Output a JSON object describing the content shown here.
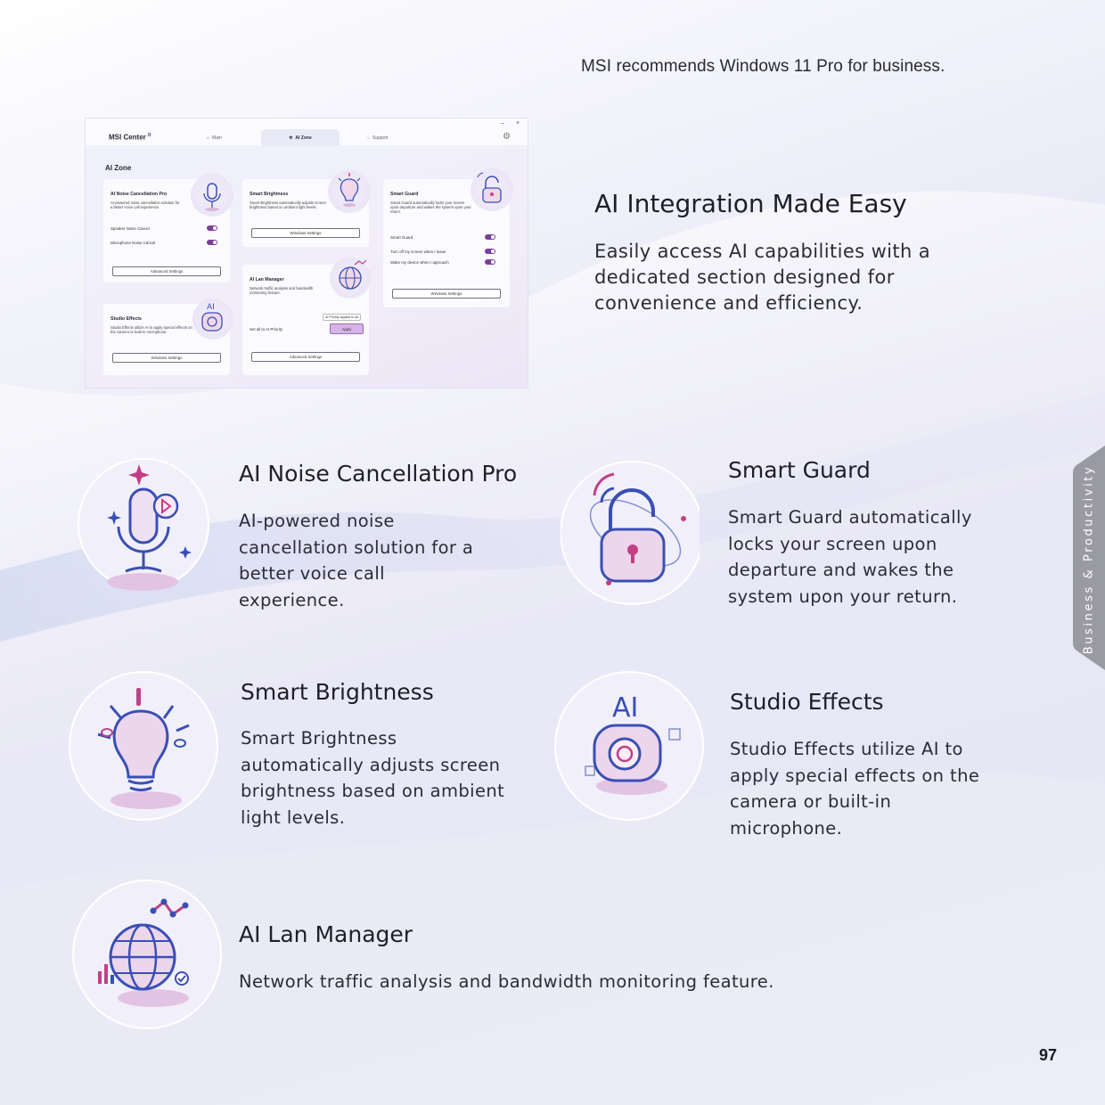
{
  "header": {
    "recommend": "MSI recommends Windows 11 Pro for business."
  },
  "window": {
    "brand": "MSI Center",
    "brand_mark": "B",
    "tabs": [
      "Main",
      "AI Zone",
      "Support"
    ],
    "zone_title": "AI Zone",
    "cards": {
      "noise": {
        "title": "AI Noise Cancellation Pro",
        "desc": "AI-powered noise cancellation solution for a better voice call experience.",
        "row1": "Speaker Noise Cancel",
        "row2": "Microphone Noise Cancel",
        "button": "Advanced Settings"
      },
      "studio": {
        "title": "Studio Effects",
        "desc": "Studio Effects utilize AI to apply special effects on the camera or built-in microphone.",
        "button": "Windows Settings",
        "ai_mark": "AI"
      },
      "brightness": {
        "title": "Smart Brightness",
        "desc": "Smart Brightness automatically adjusts screen brightness based on ambient light levels.",
        "button": "Windows Settings"
      },
      "lan": {
        "title": "AI Lan Manager",
        "desc": "Network traffic analysis and bandwidth monitoring feature.",
        "badge": "AI Priority applied to all",
        "row": "Set all to AI Priority",
        "apply": "Apply",
        "button": "Advanced Settings"
      },
      "guard": {
        "title": "Smart Guard",
        "desc": "Smart Guard automatically locks your screen upon departure and wakes the system upon your return.",
        "row1": "Smart Guard",
        "row2": "Turn off my screen when I leave",
        "row3": "Wake my device when I approach",
        "button": "Windows Settings"
      }
    }
  },
  "intro": {
    "title": "AI Integration Made Easy",
    "desc": "Easily access AI capabilities with a dedicated section designed for convenience and efficiency."
  },
  "features": {
    "noise": {
      "title": "AI Noise Cancellation Pro",
      "desc": "AI-powered noise cancellation solution for a better voice call experience."
    },
    "guard": {
      "title": "Smart Guard",
      "desc": "Smart Guard automatically locks your screen upon departure and wakes the system upon your return."
    },
    "brightness": {
      "title": "Smart Brightness",
      "desc": "Smart Brightness automatically adjusts screen brightness based on ambient light levels."
    },
    "studio": {
      "title": "Studio Effects",
      "desc": "Studio Effects utilize AI to apply special effects on the camera or built-in microphone.",
      "ai_mark": "AI"
    },
    "lan": {
      "title": "AI Lan Manager",
      "desc": "Network traffic analysis and bandwidth monitoring feature."
    }
  },
  "side_tab": "Business & Productivity",
  "page_number": "97",
  "colors": {
    "accent": "#7a3f9c",
    "icon_blue": "#3a4fb5",
    "icon_pink": "#c23f86"
  }
}
